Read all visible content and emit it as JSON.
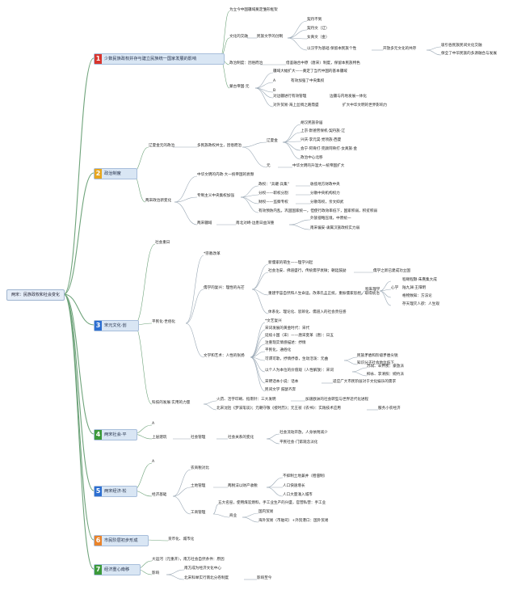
{
  "root": "两宋：民族政权和社会变化",
  "colors": {
    "red": "#d8352d",
    "gold": "#e7a61e",
    "blue": "#2d6fd1",
    "green": "#3c9a3a",
    "orange": "#e9832a",
    "connector_green": "#6ea37a",
    "connector_gray": "#9aa8b5"
  },
  "branches": [
    {
      "num": "1",
      "label": "少数民族政权并存与建立民族统一国家发展的影响"
    },
    {
      "num": "2",
      "label": "政治制度"
    },
    {
      "num": "3",
      "label": "宋元文化·创"
    },
    {
      "num": "4",
      "label": "两宋社会·平"
    },
    {
      "num": "5",
      "label": "两宋经济·松"
    },
    {
      "num": "6",
      "label": "市民阶层初步形成"
    },
    {
      "num": "7",
      "label": "经济重心南移"
    }
  ],
  "b1": {
    "t1": "为立今中国疆域奠定雏形框架",
    "t2": "文化的交融",
    "t3": "民族文字的创制",
    "t4": "契丹不到",
    "t5": "契丹文（辽）",
    "t6": "女真文（金）",
    "t7": "以汉字为基础 保留本民族个性",
    "t8": "开放多元文化的共存",
    "t9": "吸引各民族民间文化交融",
    "t10": "保全了中华民族的多源融合与发展",
    "t11": "政治制度：因俗而治",
    "t12": "借鉴融合中原（唐宋）制度，保留本民族特色",
    "t13": "蒙古帝国·元",
    "t14": "疆域大幅扩大——奠定了当代中国的基本疆域",
    "t15": "A",
    "t16": "有效加强了中央集权",
    "t17": "B",
    "t18": "对边疆进行有效管理",
    "t19": "边疆与内地发展一体化",
    "t20": "对外贸易·海上丝绸之路鼎盛",
    "t21": "扩大中华文明的世界影响力"
  },
  "b2": {
    "t1": "辽夏金元的政治",
    "t2": "多民族政权并立，因俗而治",
    "t3": "辽夏金",
    "t4": "胡汉民族杂居",
    "t5": "上京·默德劳保机·契丹族·辽",
    "t6": "兴庆·李元昊·党项族·西夏",
    "t7": "会宁·阿骨打·完颜阿骨打·女真族·金",
    "t8": "政治中心北移",
    "t9": "元",
    "t10": "中华文明的升温大一统帝国扩大",
    "t11": "两宋政治新变化",
    "t12": "中华文明的内政·大一统帝国的衰颓",
    "t13": "专制主义中央集权加强",
    "t14": "政权：\"兵罷·兵集\"",
    "t15": "收揽地方财政中央",
    "t16": "分权——职权分割",
    "t17": "分散中央机构权力",
    "t18": "财权——监察专权",
    "t19": "分散等权，亲文抑武",
    "t20": "有效预防内乱，巩固国家统一，但使行政效率低下，国家积弱，积贫积弱",
    "t21": "两宋疆域",
    "t22": "南北对峙·边患日益深重",
    "t23": "外族侵略压境，中原统一",
    "t24": "南宋偏安·隶属汉族政权实力弱"
  },
  "b3": {
    "t1": "社会重日",
    "t2": "*宗教改革",
    "t3": "儒学的复兴：理性的光芒",
    "t4": "新儒家的萌生——理学兴起",
    "t5": "社会治安、佛道盛行，传统儒学衰微；朝廷鼓励",
    "t6": "儒学之新已建成功立国",
    "t7": "程朱理学",
    "t8": "程颐程颢·朱熹集大成",
    "t9": "心学",
    "t10": "陆九渊·王阳明",
    "t11": "格物致知：方法论",
    "t12": "存天理灭人欲：人生观",
    "t13": "重建宇宙自然和人生命运，改革孔孟正统，重振儒家思想，取得统治",
    "t14": "体系化、理论化、思辨化、儒道入的社会责任感",
    "t15": "平民化·世俗化",
    "t16": "*文艺复兴",
    "t17": "宋词发展的黄金时代：宋代",
    "t18": "延续十国（宋）——唐宋变革（唐）：日五",
    "t19": "注重现实情感描述：抒情",
    "t20": "文学和艺术：人性的张扬",
    "t21": "平民化，通俗化",
    "t22": "可谓可歌，抒情抒意，生动活泼：元曲",
    "t23": "民族矛盾和阶级矛盾尖锐",
    "t24": "知识分子社会地位低下",
    "t25": "以个人为本位的价值观（人性解放）：宋词",
    "t26": "苏轼、辛弃疾：豪放派",
    "t27": "柳永、李清照：婉约派",
    "t28": "宋明话本小说：话本",
    "t29": "适应广大市民阶层对于文化娱乐的需求",
    "t30": "民间文学 鼓瑟齐奔",
    "t31": "科技的发展·实用的力量",
    "t32": "火药、活字印刷、指南针：三大发明",
    "t33": "加速欧洲的社会转型与世界近代化进程",
    "t34": "北宋沈括《梦溪笔谈》；元朝守敬《授时历》；元王祯《农书》：实践技术应用",
    "t35": "服务小农经济"
  },
  "b4": {
    "t1": "A",
    "t2": "上层建筑",
    "t3": "社会管理",
    "t4": "社会关系的变化",
    "t5": "社会流动开放，人身依附减少",
    "t6": "平民社会·门第观念淡化"
  },
  "b5": {
    "t1": "A",
    "t2": "农商税对比",
    "t3": "土地管理",
    "t4": "两税法以财产收税",
    "t5": "不抑制土地兼并（租佃制）",
    "t6": "人口快速增长",
    "t7": "人口大量涌入城市",
    "t8": "经济基础",
    "t9": "五大名窑，使用煤炭燃料，手工业生产的兴盛，官营私营：手工业",
    "t10": "工商管理",
    "t11": "商业",
    "t12": "国内贸易",
    "t13": "海外贸易（市舶司）+外贸港口：国外贸易"
  },
  "b6": {
    "t1": "货币化、城市化"
  },
  "b7": {
    "t1": "大运河（元重开），南方社会自然条件：原因",
    "t2": "影响",
    "t3": "南方成为经济文化中心",
    "t4": "北宋科举实行南北分卷制度",
    "t5": "影响至今"
  }
}
